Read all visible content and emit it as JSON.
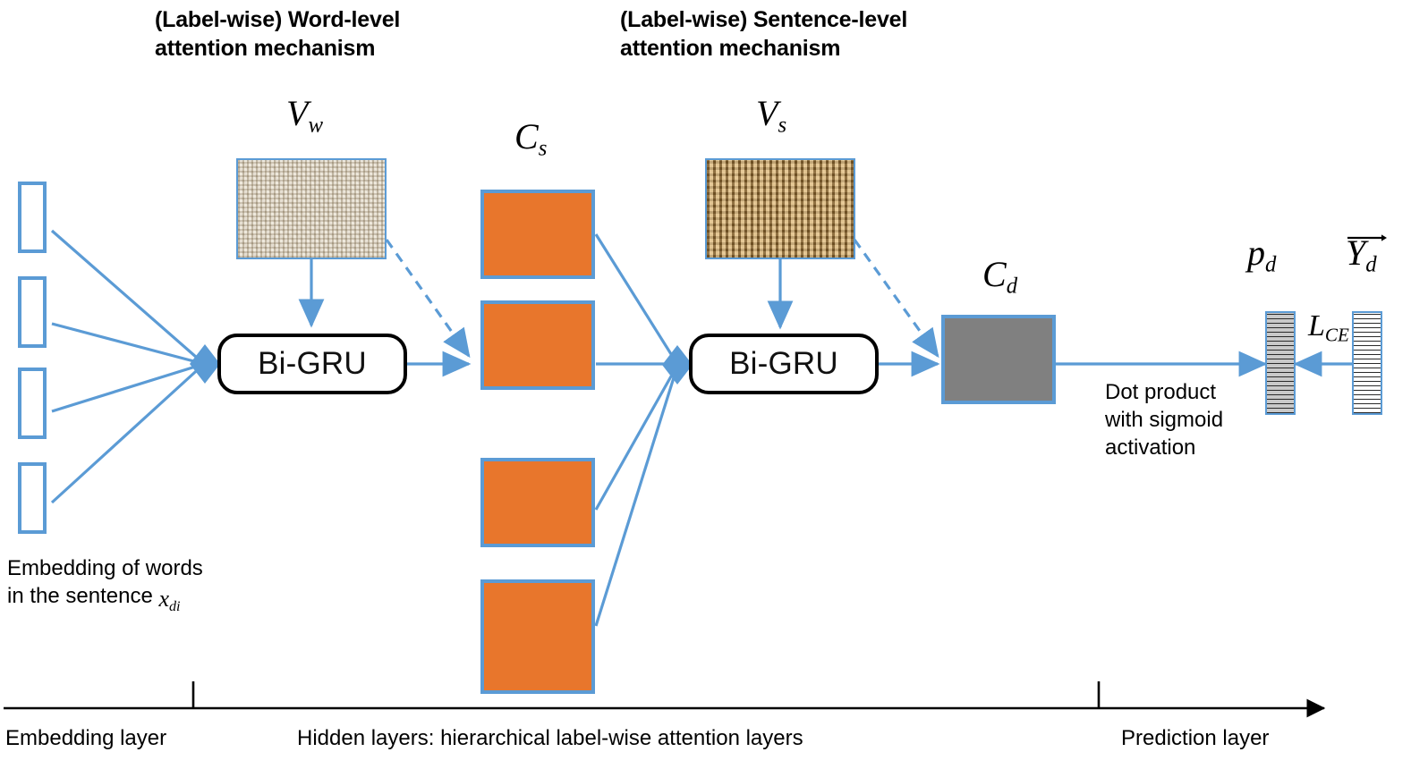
{
  "diagram": {
    "title_word_attention": "(Label-wise) Word-level\nattention mechanism",
    "title_sentence_attention": "(Label-wise) Sentence-level\nattention mechanism",
    "labels": {
      "v_w": "V",
      "v_w_sub": "w",
      "v_s": "V",
      "v_s_sub": "s",
      "c_s": "C",
      "c_s_sub": "s",
      "c_d": "C",
      "c_d_sub": "d",
      "p_d": "p",
      "p_d_sub": "d",
      "y_d": "Y",
      "y_d_sub": "d",
      "l_ce": "L",
      "l_ce_sub": "CE"
    },
    "gru_left_label": "Bi-GRU",
    "gru_right_label": "Bi-GRU",
    "embedding_note": "Embedding of words\nin the sentence ",
    "embedding_note_math": "x",
    "embedding_note_math_sub": "di",
    "dot_product_note": "Dot product\nwith sigmoid\nactivation",
    "axis": {
      "embedding_layer": "Embedding layer",
      "hidden_layers": "Hidden layers: hierarchical label-wise attention layers",
      "prediction_layer": "Prediction layer"
    },
    "colors": {
      "orange_fill": "#E8762C",
      "blue_border": "#5B9BD5",
      "gray_fill": "#808080",
      "connector_blue": "#5B9BD5",
      "black": "#000000",
      "texture_word": "#e3d9c6",
      "texture_sentence": "#c49a53"
    },
    "counts": {
      "embedding_tokens": 4,
      "sentence_context_boxes": 4
    }
  }
}
